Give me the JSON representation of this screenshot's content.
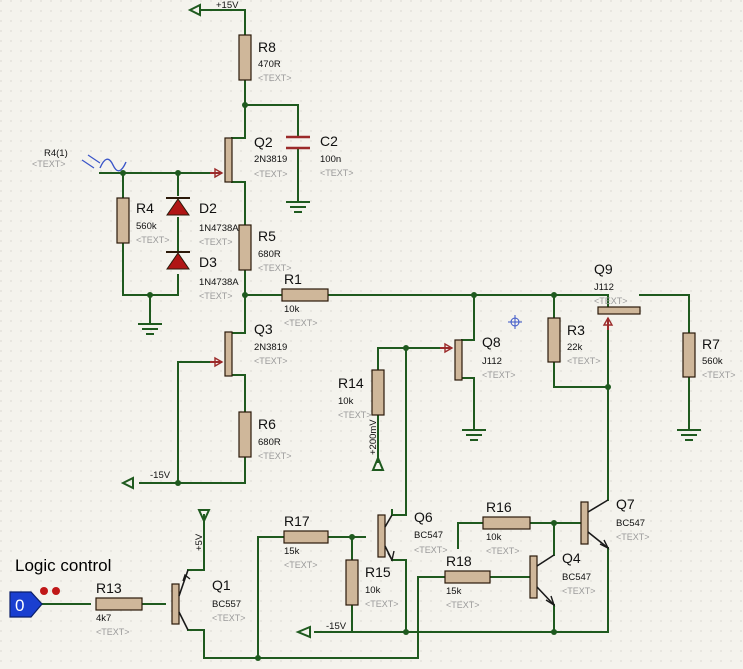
{
  "title": "Logic control",
  "logic_state": "0",
  "rails": {
    "vplus": "+15V",
    "vminus": "-15V",
    "v5": "+5V",
    "v200m": "+200mV"
  },
  "signal": {
    "name": "R4(1)",
    "text": "<TEXT>"
  },
  "components": {
    "R8": {
      "ref": "R8",
      "value": "470R",
      "text": "<TEXT>"
    },
    "Q2": {
      "ref": "Q2",
      "value": "2N3819",
      "text": "<TEXT>"
    },
    "C2": {
      "ref": "C2",
      "value": "100n",
      "text": "<TEXT>"
    },
    "R4": {
      "ref": "R4",
      "value": "560k",
      "text": "<TEXT>"
    },
    "D2": {
      "ref": "D2",
      "value": "1N4738A",
      "text": "<TEXT>"
    },
    "D3": {
      "ref": "D3",
      "value": "1N4738A",
      "text": "<TEXT>"
    },
    "R5": {
      "ref": "R5",
      "value": "680R",
      "text": "<TEXT>"
    },
    "R1": {
      "ref": "R1",
      "value": "10k",
      "text": "<TEXT>"
    },
    "Q9": {
      "ref": "Q9",
      "value": "J112",
      "text": "<TEXT>"
    },
    "Q3": {
      "ref": "Q3",
      "value": "2N3819",
      "text": "<TEXT>"
    },
    "Q8": {
      "ref": "Q8",
      "value": "J112",
      "text": "<TEXT>"
    },
    "R3": {
      "ref": "R3",
      "value": "22k",
      "text": "<TEXT>"
    },
    "R7": {
      "ref": "R7",
      "value": "560k",
      "text": "<TEXT>"
    },
    "R14": {
      "ref": "R14",
      "value": "10k",
      "text": "<TEXT>"
    },
    "R6": {
      "ref": "R6",
      "value": "680R",
      "text": "<TEXT>"
    },
    "R17": {
      "ref": "R17",
      "value": "15k",
      "text": "<TEXT>"
    },
    "Q6": {
      "ref": "Q6",
      "value": "BC547",
      "text": "<TEXT>"
    },
    "R16": {
      "ref": "R16",
      "value": "10k",
      "text": "<TEXT>"
    },
    "Q7": {
      "ref": "Q7",
      "value": "BC547",
      "text": "<TEXT>"
    },
    "R18": {
      "ref": "R18",
      "value": "15k",
      "text": "<TEXT>"
    },
    "Q4": {
      "ref": "Q4",
      "value": "BC547",
      "text": "<TEXT>"
    },
    "R15": {
      "ref": "R15",
      "value": "10k",
      "text": "<TEXT>"
    },
    "R13": {
      "ref": "R13",
      "value": "4k7",
      "text": "<TEXT>"
    },
    "Q1": {
      "ref": "Q1",
      "value": "BC557",
      "text": "<TEXT>"
    }
  },
  "colors": {
    "wire": "#1f5a1f",
    "background": "#f4f3ed",
    "body": "#cfb79a",
    "pin": "#9b2a2a",
    "logic": "#1a3fd0"
  }
}
